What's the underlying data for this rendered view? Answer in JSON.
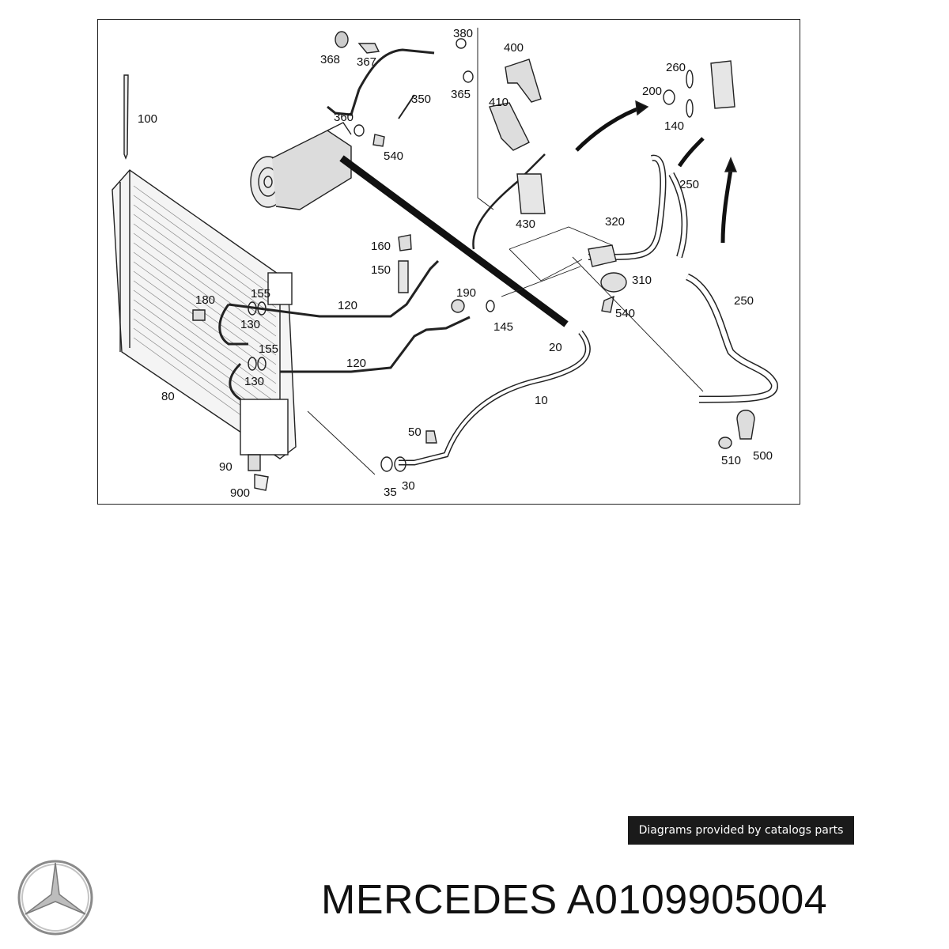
{
  "labels": {
    "p10": "10",
    "p20": "20",
    "p30": "30",
    "p35": "35",
    "p50": "50",
    "p80": "80",
    "p90": "90",
    "p100": "100",
    "p120a": "120",
    "p120b": "120",
    "p130a": "130",
    "p130b": "130",
    "p140": "140",
    "p145": "145",
    "p150": "150",
    "p155a": "155",
    "p155b": "155",
    "p160": "160",
    "p180": "180",
    "p190": "190",
    "p200": "200",
    "p250a": "250",
    "p250b": "250",
    "p260": "260",
    "p310": "310",
    "p320": "320",
    "p350": "350",
    "p360": "360",
    "p365": "365",
    "p367": "367",
    "p368": "368",
    "p380": "380",
    "p400": "400",
    "p410": "410",
    "p430": "430",
    "p500": "500",
    "p510": "510",
    "p540a": "540",
    "p540b": "540",
    "p900": "900"
  },
  "footer": {
    "credit": "Diagrams provided by catalogs parts",
    "brand": "MERCEDES",
    "part_number": "A0109905004"
  }
}
